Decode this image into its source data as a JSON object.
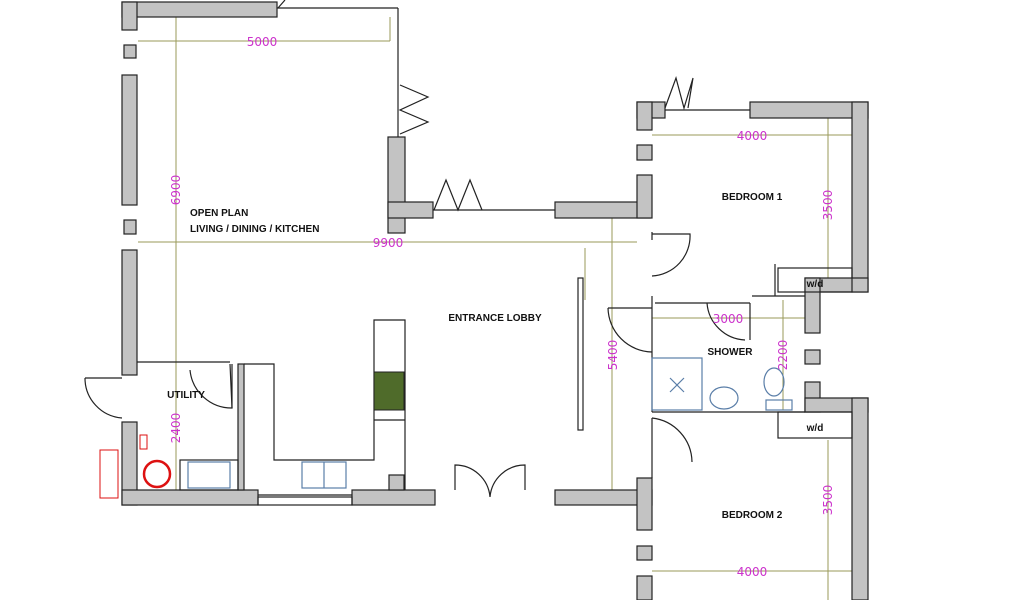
{
  "rooms": {
    "open_plan_line1": "OPEN PLAN",
    "open_plan_line2": "LIVING / DINING / KITCHEN",
    "entrance": "ENTRANCE LOBBY",
    "bedroom1": "BEDROOM 1",
    "bedroom2": "BEDROOM 2",
    "shower": "SHOWER",
    "utility": "UTILITY",
    "wd1": "w/d",
    "wd2": "w/d"
  },
  "dimensions": {
    "open_plan_width": "5000",
    "open_plan_depth": "6900",
    "overall_width": "9900",
    "bedroom1_width": "4000",
    "bedroom1_depth": "3500",
    "shower_width": "3000",
    "shower_depth": "2200",
    "lobby_depth": "5400",
    "utility_depth": "2400",
    "bedroom2_depth": "3500",
    "bedroom2_width": "4000"
  },
  "colors": {
    "wall": "#c3c3c3",
    "dimension": "#cc33cc",
    "hob": "#4f6b2a",
    "boiler": "#dd1111"
  }
}
